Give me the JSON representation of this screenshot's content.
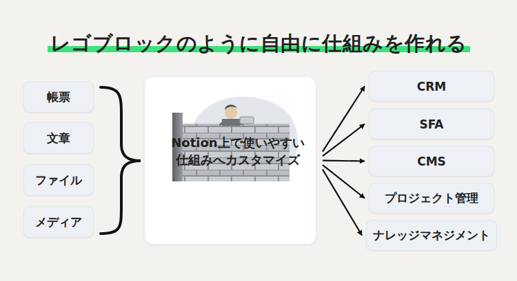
{
  "diagram": {
    "title": "レゴブロックのように自由に仕組みを作れる",
    "nodes": [
      {
        "text": [
          "帳票"
        ]
      },
      {
        "text": [
          "文章"
        ]
      },
      {
        "text": [
          "ファイル"
        ]
      },
      {
        "text": [
          "メディア"
        ]
      },
      {
        "text": [
          "Notion上で使いやすい 仕組みへカスタマイズ"
        ]
      },
      {
        "text": [
          "CRM"
        ]
      },
      {
        "text": [
          "SFA"
        ]
      },
      {
        "text": [
          "CMS"
        ]
      },
      {
        "text": [
          "プロジェクト管理"
        ]
      },
      {
        "text": [
          "ナレッジマネジメント"
        ]
      }
    ],
    "edges": [
      {
        "from": 4,
        "to": 5,
        "arrow": "to"
      },
      {
        "from": 4,
        "to": 6,
        "arrow": "to"
      },
      {
        "from": 4,
        "to": 7,
        "arrow": "to"
      },
      {
        "from": 4,
        "to": 8,
        "arrow": "to"
      },
      {
        "from": 4,
        "to": 9,
        "arrow": "to"
      }
    ]
  }
}
